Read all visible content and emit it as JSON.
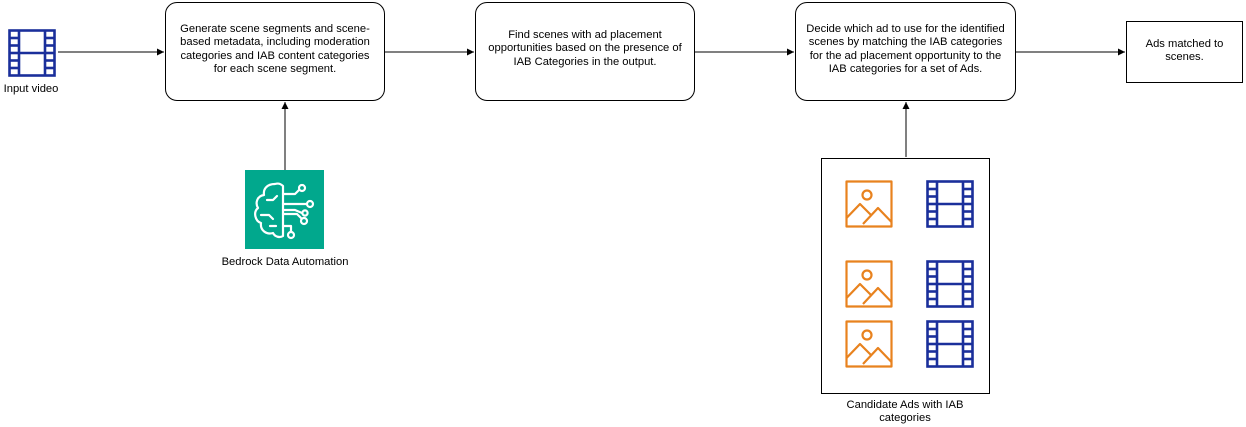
{
  "input": {
    "label": "Input video"
  },
  "steps": [
    {
      "text": "Generate scene segments and scene-\nbased metadata, including moderation\ncategories and IAB content categories\nfor each scene segment."
    },
    {
      "text": "Find scenes with ad placement\nopportunities based on the presence of\nIAB Categories in the output."
    },
    {
      "text": "Decide which ad to use for the identified\nscenes by matching the IAB categories\nfor the ad placement opportunity to the\nIAB categories for a set of Ads."
    }
  ],
  "output": {
    "text": "Ads matched to\nscenes."
  },
  "bedrock": {
    "label": "Bedrock Data Automation",
    "icon": "bedrock-data-automation-icon",
    "color": "#01A88D"
  },
  "candidate_ads": {
    "label": "Candidate Ads with IAB\ncategories",
    "items": [
      {
        "type": "image-icon"
      },
      {
        "type": "video-icon"
      },
      {
        "type": "image-icon"
      },
      {
        "type": "video-icon"
      },
      {
        "type": "image-icon"
      },
      {
        "type": "video-icon"
      }
    ]
  },
  "colors": {
    "video": "#1A2F9B",
    "image": "#E8821E",
    "stroke": "#000000"
  }
}
